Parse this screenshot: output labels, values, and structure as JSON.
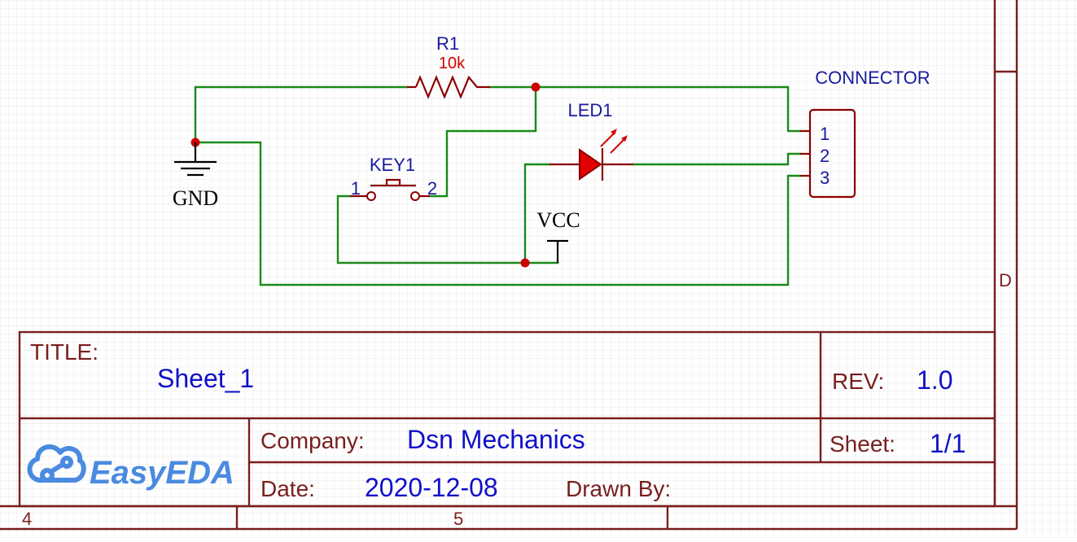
{
  "schematic": {
    "components": {
      "resistor": {
        "designator": "R1",
        "value": "10k"
      },
      "led": {
        "designator": "LED1"
      },
      "key": {
        "designator": "KEY1",
        "pin1": "1",
        "pin2": "2"
      },
      "connector": {
        "designator": "CONNECTOR",
        "pins": [
          "1",
          "2",
          "3"
        ]
      }
    },
    "power": {
      "gnd": "GND",
      "vcc": "VCC"
    }
  },
  "title_block": {
    "title_label": "TITLE:",
    "title_value": "Sheet_1",
    "rev_label": "REV:",
    "rev_value": "1.0",
    "company_label": "Company:",
    "company_value": "Dsn Mechanics",
    "sheet_label": "Sheet:",
    "sheet_value": "1/1",
    "date_label": "Date:",
    "date_value": "2020-12-08",
    "drawn_by_label": "Drawn By:",
    "logo_text": "EasyEDA"
  },
  "border": {
    "col_labels": [
      "4",
      "5"
    ],
    "row_label": "D"
  },
  "colors": {
    "wire": "#1a8a1a",
    "component": "#8b0000",
    "frame": "#7a1e1e",
    "junction": "#cc0000",
    "value_text": "#1010c8",
    "logo": "#4a8ae0"
  }
}
